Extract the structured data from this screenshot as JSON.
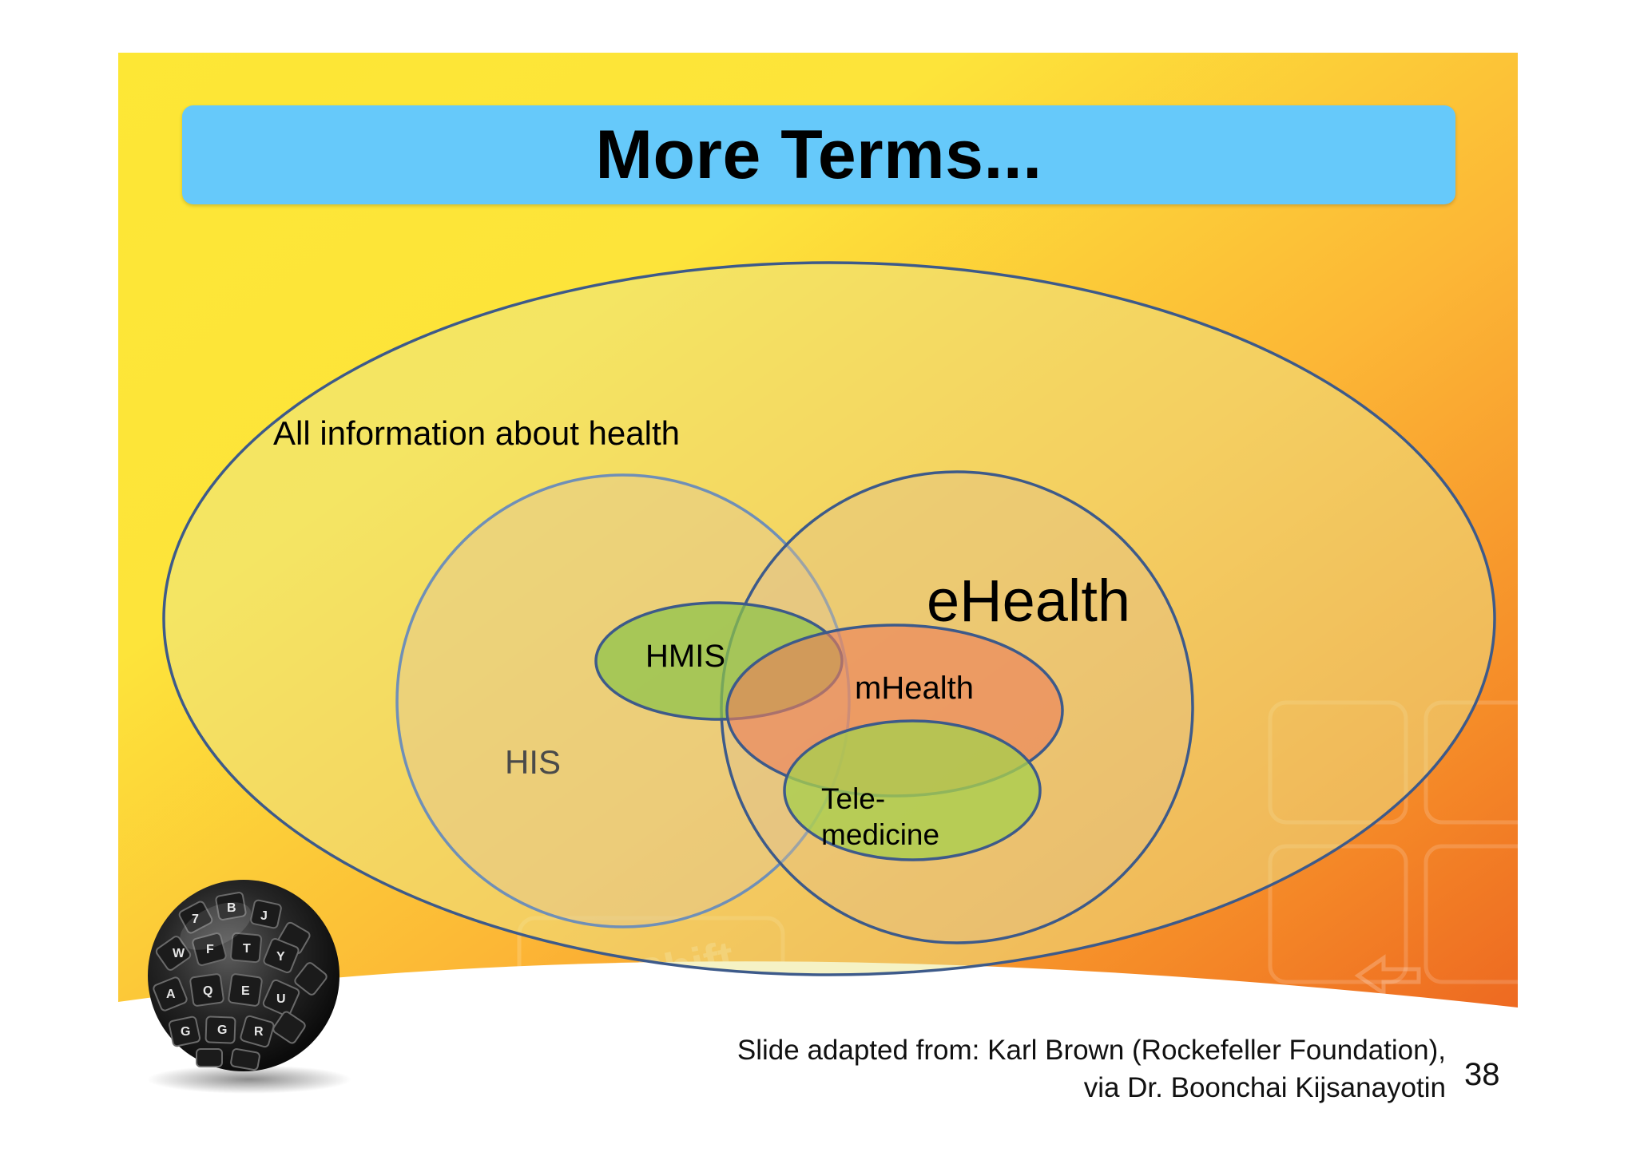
{
  "slide": {
    "title": "More Terms...",
    "page_number": "38",
    "credit_line_1": "Slide adapted from: Karl Brown (Rockefeller Foundation),",
    "credit_line_2": "via Dr. Boonchai Kijsanayotin"
  },
  "diagram": {
    "outer_label": "All information about health",
    "his_label": "HIS",
    "ehealth_label": "eHealth",
    "hmis_label": "HMIS",
    "mhealth_label": "mHealth",
    "telemedicine_label": "Tele-\nmedicine"
  },
  "background_text": {
    "shift_key": "Shift"
  },
  "colors": {
    "title_bar": "#66c9fa",
    "outline": "#3a5a8a",
    "hmis_fill": "#8cc04a",
    "mhealth_fill": "#e98a62",
    "telemedicine_fill": "#a8cc50",
    "background_yellow": "#fde735",
    "background_orange": "#f37121"
  },
  "icons": {
    "corner_graphic": "keyboard-globe-icon"
  }
}
